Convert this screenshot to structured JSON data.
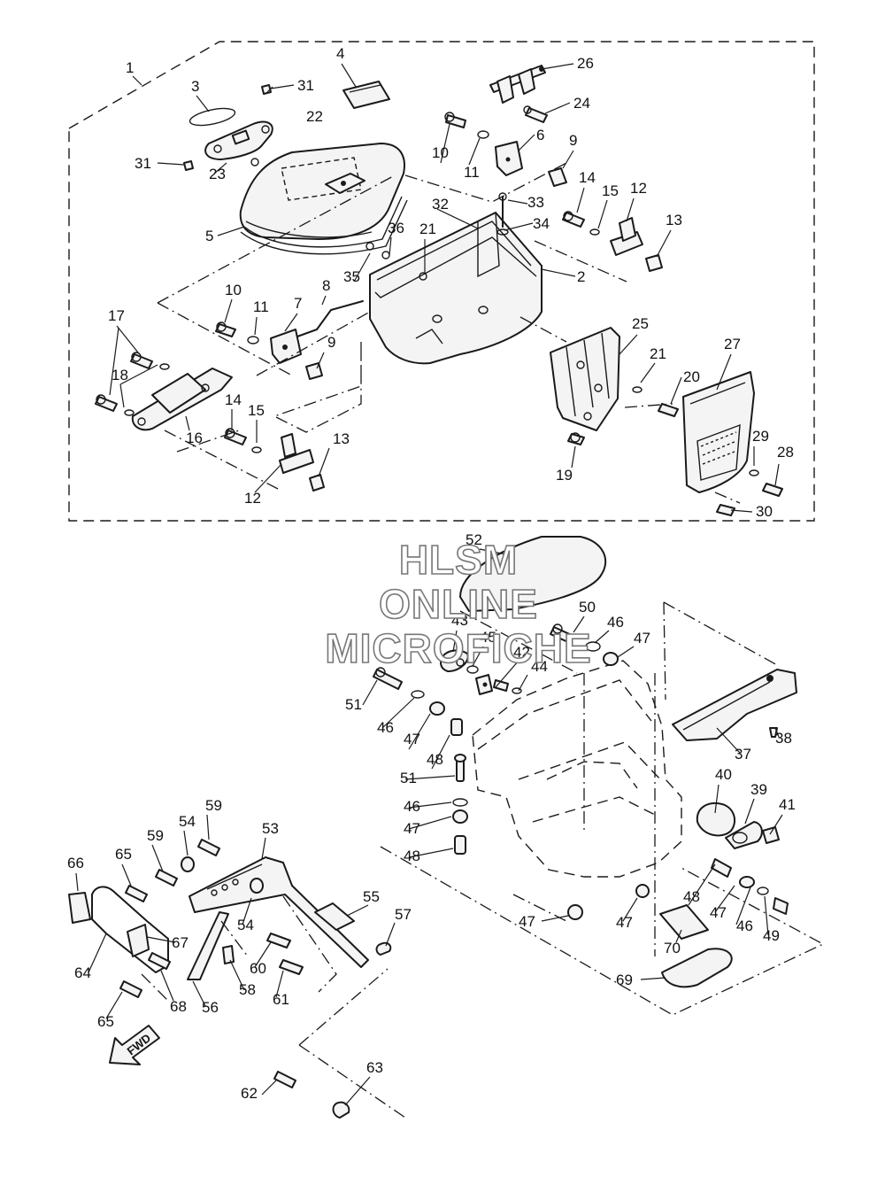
{
  "watermark": {
    "line1": "HLSM",
    "line2": "ONLINE",
    "line3": "MICROFICHE"
  },
  "direction_label": "FWD",
  "callouts": [
    {
      "label": "1"
    },
    {
      "label": "2"
    },
    {
      "label": "3"
    },
    {
      "label": "4"
    },
    {
      "label": "5"
    },
    {
      "label": "6"
    },
    {
      "label": "7"
    },
    {
      "label": "8"
    },
    {
      "label": "9"
    },
    {
      "label": "9"
    },
    {
      "label": "10"
    },
    {
      "label": "10"
    },
    {
      "label": "11"
    },
    {
      "label": "11"
    },
    {
      "label": "12"
    },
    {
      "label": "12"
    },
    {
      "label": "13"
    },
    {
      "label": "13"
    },
    {
      "label": "14"
    },
    {
      "label": "14"
    },
    {
      "label": "15"
    },
    {
      "label": "15"
    },
    {
      "label": "16"
    },
    {
      "label": "17"
    },
    {
      "label": "18"
    },
    {
      "label": "19"
    },
    {
      "label": "20"
    },
    {
      "label": "21"
    },
    {
      "label": "21"
    },
    {
      "label": "22"
    },
    {
      "label": "23"
    },
    {
      "label": "24"
    },
    {
      "label": "25"
    },
    {
      "label": "26"
    },
    {
      "label": "27"
    },
    {
      "label": "28"
    },
    {
      "label": "29"
    },
    {
      "label": "30"
    },
    {
      "label": "31"
    },
    {
      "label": "31"
    },
    {
      "label": "32"
    },
    {
      "label": "33"
    },
    {
      "label": "34"
    },
    {
      "label": "35"
    },
    {
      "label": "36"
    },
    {
      "label": "37"
    },
    {
      "label": "38"
    },
    {
      "label": "39"
    },
    {
      "label": "40"
    },
    {
      "label": "41"
    },
    {
      "label": "42"
    },
    {
      "label": "43"
    },
    {
      "label": "44"
    },
    {
      "label": "45"
    },
    {
      "label": "46"
    },
    {
      "label": "46"
    },
    {
      "label": "46"
    },
    {
      "label": "46"
    },
    {
      "label": "47"
    },
    {
      "label": "47"
    },
    {
      "label": "47"
    },
    {
      "label": "47"
    },
    {
      "label": "47"
    },
    {
      "label": "47"
    },
    {
      "label": "48"
    },
    {
      "label": "48"
    },
    {
      "label": "48"
    },
    {
      "label": "49"
    },
    {
      "label": "50"
    },
    {
      "label": "51"
    },
    {
      "label": "51"
    },
    {
      "label": "52"
    },
    {
      "label": "53"
    },
    {
      "label": "54"
    },
    {
      "label": "54"
    },
    {
      "label": "55"
    },
    {
      "label": "56"
    },
    {
      "label": "57"
    },
    {
      "label": "58"
    },
    {
      "label": "59"
    },
    {
      "label": "59"
    },
    {
      "label": "60"
    },
    {
      "label": "61"
    },
    {
      "label": "62"
    },
    {
      "label": "63"
    },
    {
      "label": "64"
    },
    {
      "label": "65"
    },
    {
      "label": "65"
    },
    {
      "label": "66"
    },
    {
      "label": "67"
    },
    {
      "label": "68"
    },
    {
      "label": "69"
    },
    {
      "label": "70"
    }
  ]
}
